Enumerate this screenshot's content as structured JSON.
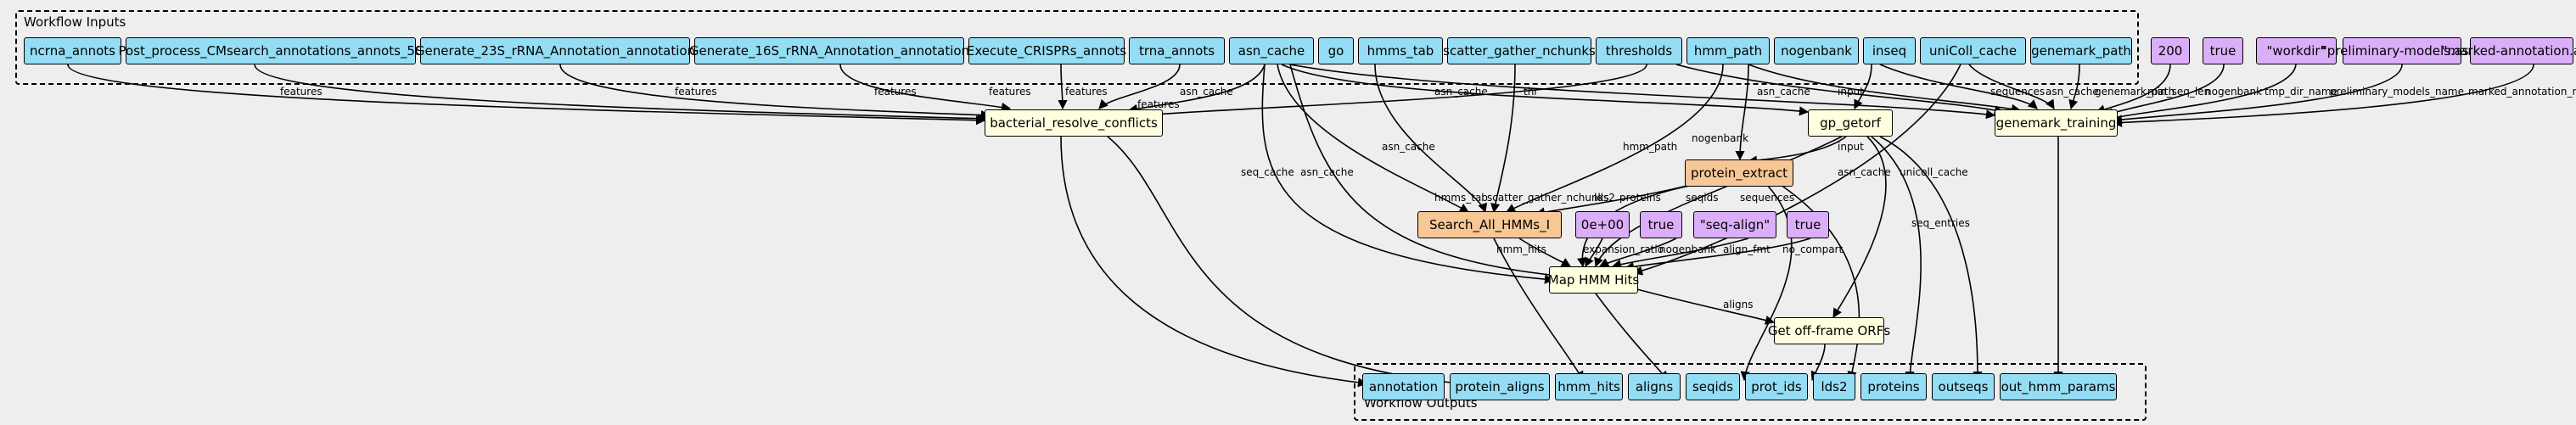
{
  "clusters": {
    "inputs_title": "Workflow Inputs",
    "outputs_title": "Workflow Outputs"
  },
  "inputs": {
    "ncrna_annots": "ncrna_annots",
    "post_process": "Post_process_CMsearch_annotations_annots_5S",
    "gen_23s": "Generate_23S_rRNA_Annotation_annotation",
    "gen_16s": "Generate_16S_rRNA_Annotation_annotation",
    "exec_crispr": "Execute_CRISPRs_annots",
    "trna_annots": "trna_annots",
    "asn_cache": "asn_cache",
    "go": "go",
    "hmms_tab": "hmms_tab",
    "scatter_gather": "scatter_gather_nchunks",
    "thresholds": "thresholds",
    "hmm_path": "hmm_path",
    "nogenbank": "nogenbank",
    "inseq": "inseq",
    "unicoll_cache": "uniColl_cache",
    "genemark_path": "genemark_path"
  },
  "constants": {
    "c200": "200",
    "ctrue1": "true",
    "cworkdir": "\"workdir\"",
    "cprelim": "\"preliminary-models.asn\"",
    "cmarked": "\"marked-annotation.asn\"",
    "c0e00": "0e+00",
    "ctrue2": "true",
    "cseqalign": "\"seq-align\"",
    "ctrue3": "true"
  },
  "steps": {
    "bacterial": "bacterial_resolve_conflicts",
    "gp_getorf": "gp_getorf",
    "genemark_training": "genemark_training",
    "protein_extract": "protein_extract",
    "search_hmms": "Search_All_HMMs_I",
    "map_hmm": "Map HMM Hits",
    "get_offframe": "Get off-frame ORFs"
  },
  "outputs": {
    "annotation": "annotation",
    "protein_aligns": "protein_aligns",
    "hmm_hits": "hmm_hits",
    "aligns": "aligns",
    "seqids": "seqids",
    "prot_ids": "prot_ids",
    "lds2": "lds2",
    "proteins": "proteins",
    "outseqs": "outseqs",
    "out_hmm_params": "out_hmm_params"
  },
  "edge_labels": {
    "features": "features",
    "asn_cache": "asn_cache",
    "thr": "thr",
    "input": "input",
    "min_seq_len": "min_seq_len",
    "nogenbank": "nogenbank",
    "sequences": "sequences",
    "genemark_path": "genemark_path",
    "tmp_dir_name": "tmp_dir_name",
    "preliminary_models_name": "preliminary_models_name",
    "marked_annotation_name": "marked_annotation_name",
    "hmms_tab": "hmms_tab",
    "scatter_gather_nchunks": "scatter_gather_nchunks",
    "hmm_path": "hmm_path",
    "seq_cache": "seq_cache",
    "lds2": "lds2",
    "proteins": "proteins",
    "seqids": "seqids",
    "unicoll_cache": "unicoll_cache",
    "seq_entries": "seq_entries",
    "hmm_hits": "hmm_hits",
    "expansion_ratio": "expansion_ratio",
    "align_fmt": "align_fmt",
    "no_compart": "no_compart",
    "aligns": "aligns"
  }
}
